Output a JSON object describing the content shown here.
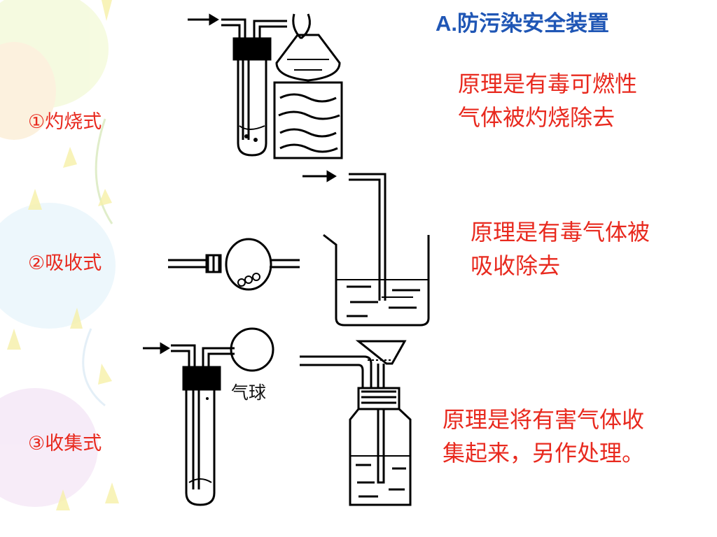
{
  "title": "A.防污染安全装置",
  "methods": [
    {
      "label": "①灼烧式",
      "desc_line1": "原理是有毒可燃性",
      "desc_line2": "气体被灼烧除去"
    },
    {
      "label": "②吸收式",
      "desc_line1": "原理是有毒气体被",
      "desc_line2": "吸收除去"
    },
    {
      "label": "③收集式",
      "desc_line1": "原理是将有害气体收",
      "desc_line2": "集起来，另作处理。"
    }
  ],
  "balloon_label": "气球",
  "colors": {
    "title": "#1f56b5",
    "text_red": "#e8291e",
    "line": "#000000"
  }
}
